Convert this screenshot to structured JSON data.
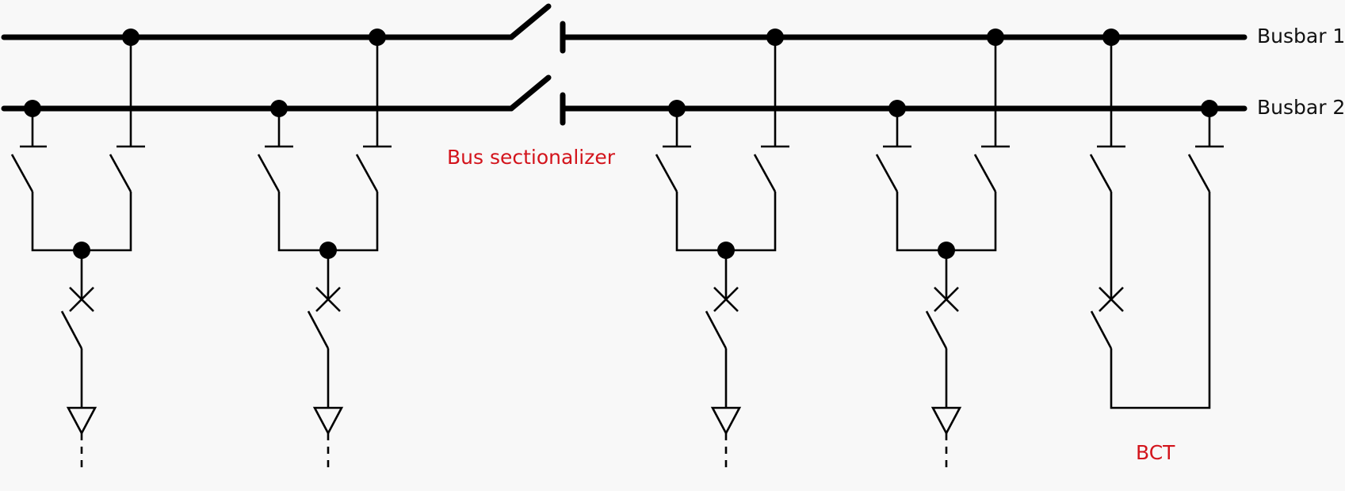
{
  "labels": {
    "busbar1": "Busbar 1",
    "busbar2": "Busbar 2",
    "bus_sectionalizer": "Bus sectionalizer",
    "bct": "BCT"
  },
  "colors": {
    "line": "#000000",
    "annotation": "#d3141c",
    "background": "#f8f8f8"
  }
}
